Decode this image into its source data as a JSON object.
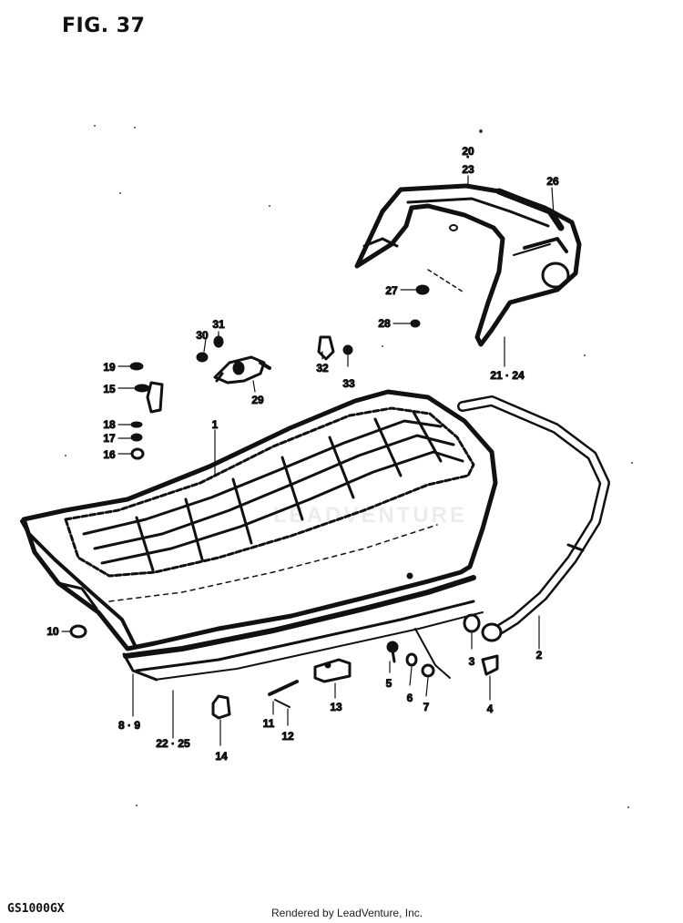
{
  "figure": {
    "title": "FIG. 37",
    "model": "GS1000GX",
    "credit": "Rendered by LeadVenture, Inc.",
    "watermark": "LEADVENTURE"
  },
  "callouts": [
    {
      "id": "c20",
      "text": "20"
    },
    {
      "id": "c23",
      "text": "23"
    },
    {
      "id": "c26",
      "text": "26"
    },
    {
      "id": "c27",
      "text": "27"
    },
    {
      "id": "c28",
      "text": "28"
    },
    {
      "id": "c2124",
      "text": "21 · 24"
    },
    {
      "id": "c31",
      "text": "31"
    },
    {
      "id": "c30",
      "text": "30"
    },
    {
      "id": "c29",
      "text": "29"
    },
    {
      "id": "c32",
      "text": "32"
    },
    {
      "id": "c33",
      "text": "33"
    },
    {
      "id": "c19",
      "text": "19"
    },
    {
      "id": "c15",
      "text": "15"
    },
    {
      "id": "c18",
      "text": "18"
    },
    {
      "id": "c17",
      "text": "17"
    },
    {
      "id": "c16",
      "text": "16"
    },
    {
      "id": "c1",
      "text": "1"
    },
    {
      "id": "c10",
      "text": "10"
    },
    {
      "id": "c89",
      "text": "8 · 9"
    },
    {
      "id": "c2225",
      "text": "22 · 25"
    },
    {
      "id": "c14",
      "text": "14"
    },
    {
      "id": "c11",
      "text": "11"
    },
    {
      "id": "c12",
      "text": "12"
    },
    {
      "id": "c13",
      "text": "13"
    },
    {
      "id": "c5",
      "text": "5"
    },
    {
      "id": "c6",
      "text": "6"
    },
    {
      "id": "c7",
      "text": "7"
    },
    {
      "id": "c3",
      "text": "3"
    },
    {
      "id": "c4",
      "text": "4"
    },
    {
      "id": "c2",
      "text": "2"
    }
  ]
}
